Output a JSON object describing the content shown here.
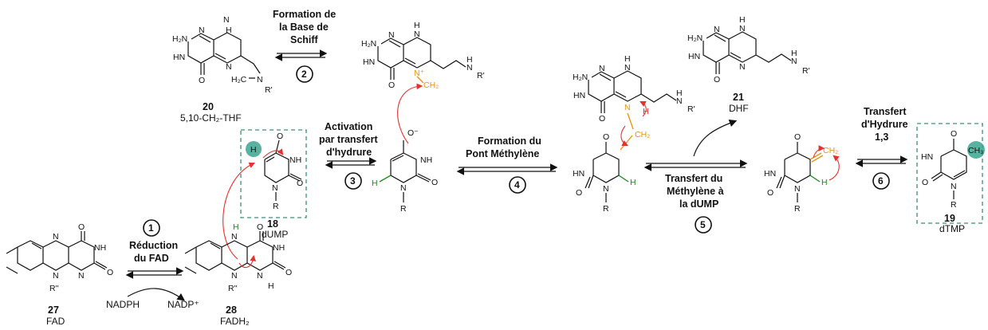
{
  "steps": [
    {
      "number": "1",
      "lines": [
        "Réduction",
        "du FAD"
      ]
    },
    {
      "number": "2",
      "lines": [
        "Formation de",
        "la Base de",
        "Schiff"
      ]
    },
    {
      "number": "3",
      "lines": [
        "Activation",
        "par transfert",
        "d'hydrure"
      ]
    },
    {
      "number": "4",
      "lines": [
        "Formation du",
        "Pont Méthylène"
      ]
    },
    {
      "number": "5",
      "lines": [
        "Transfert du",
        "Méthylène à",
        "la dUMP"
      ]
    },
    {
      "number": "6",
      "lines": [
        "Transfert",
        "d'Hydrure",
        "1,3"
      ]
    }
  ],
  "compounds": [
    {
      "number": "20",
      "name": "5,10-CH₂-THF"
    },
    {
      "number": "18",
      "name": "dUMP"
    },
    {
      "number": "21",
      "name": "DHF"
    },
    {
      "number": "19",
      "name": "dTMP"
    },
    {
      "number": "27",
      "name": "FAD"
    },
    {
      "number": "28",
      "name": "FADH₂"
    }
  ],
  "reagents": {
    "nadph": "NADPH",
    "nadp": "NADP⁺"
  },
  "atoms": {
    "h2n": "H₂N",
    "n": "N",
    "h": "H",
    "hn": "HN",
    "nh": "NH",
    "o": "O",
    "r": "R",
    "rp": "R'",
    "rpp": "R''",
    "ch2": "CH₂",
    "ch3": "CH₃",
    "h2c": "H₂C",
    "nplus": "N⁺",
    "ominus": "O⁻"
  },
  "colors": {
    "orange": "#e8910f",
    "green": "#1a8a1a",
    "red": "#e02020",
    "teal": "#3aa58f"
  }
}
